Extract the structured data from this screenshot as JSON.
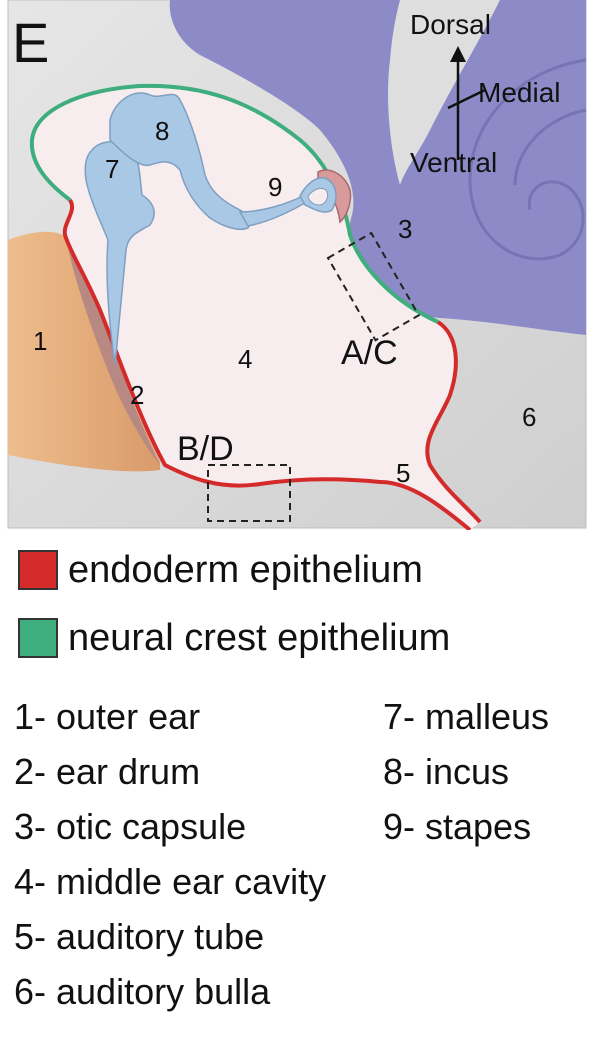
{
  "panel_letter": "E",
  "orientation": {
    "dorsal": "Dorsal",
    "medial": "Medial",
    "ventral": "Ventral"
  },
  "regions": {
    "r1": "1",
    "r2": "2",
    "r3": "3",
    "r4": "4",
    "r5": "5",
    "r6": "6",
    "r7": "7",
    "r8": "8",
    "r9": "9"
  },
  "boxes": {
    "ac": "A/C",
    "bd": "B/D"
  },
  "legend": {
    "endoderm": {
      "label": "endoderm epithelium",
      "color": "#d42a2a"
    },
    "neural_crest": {
      "label": "neural crest epithelium",
      "color": "#3fae7e"
    }
  },
  "key": {
    "left": [
      "1- outer ear",
      "2- ear drum",
      "3- otic capsule",
      "4- middle ear cavity",
      "5- auditory tube",
      "6- auditory bulla"
    ],
    "right": [
      "7- malleus",
      "8- incus",
      "9- stapes"
    ]
  },
  "colors": {
    "background_gray": "#dcdcdc",
    "cavity": "#f7ecee",
    "otic_capsule": "#8d8bc7",
    "outer_ear": "#e8b585",
    "ossicles": "#a9c8e6",
    "stapes_pink": "#d99a9c"
  }
}
